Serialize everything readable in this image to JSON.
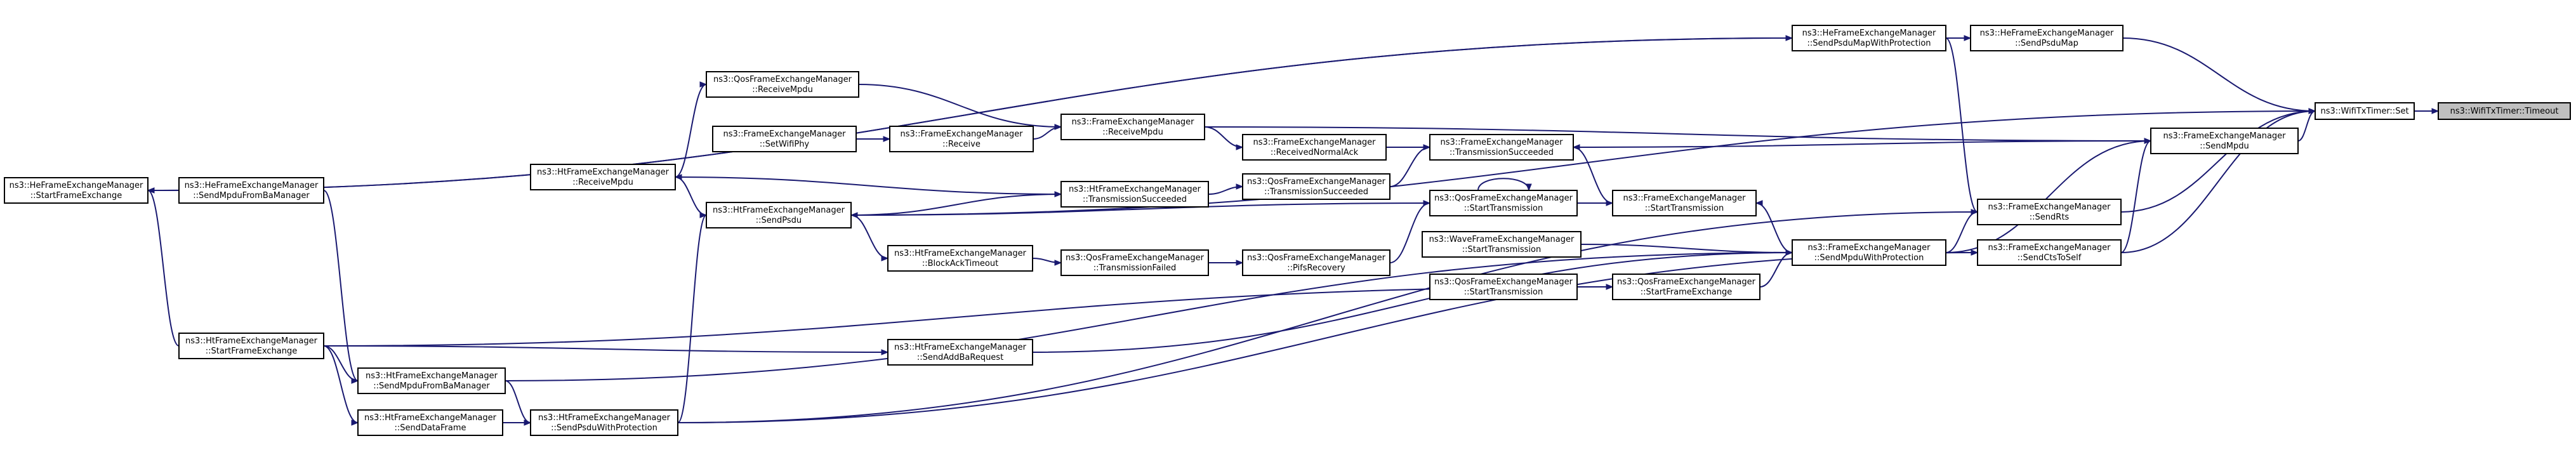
{
  "graph": {
    "edge_color": "#191970",
    "root_fill": "#bfbfbf",
    "nodes": [
      {
        "id": "wifiTxTimerTimeout",
        "lines": [
          "ns3::WifiTxTimer::Timeout"
        ]
      },
      {
        "id": "wifiTxTimerSet",
        "lines": [
          "ns3::WifiTxTimer::Set"
        ]
      },
      {
        "id": "heSendPsduMap",
        "lines": [
          "ns3::HeFrameExchangeManager",
          "::SendPsduMap"
        ]
      },
      {
        "id": "heSendPsduMapWithProtection",
        "lines": [
          "ns3::HeFrameExchangeManager",
          "::SendPsduMapWithProtection"
        ]
      },
      {
        "id": "heStartFrameExchange",
        "lines": [
          "ns3::HeFrameExchangeManager",
          "::StartFrameExchange"
        ]
      },
      {
        "id": "feSendMpdu",
        "lines": [
          "ns3::FrameExchangeManager",
          "::SendMpdu"
        ]
      },
      {
        "id": "feSendRts",
        "lines": [
          "ns3::FrameExchangeManager",
          "::SendRts"
        ]
      },
      {
        "id": "feSendCtsToSelf",
        "lines": [
          "ns3::FrameExchangeManager",
          "::SendCtsToSelf"
        ]
      },
      {
        "id": "feSendMpduWithProtection",
        "lines": [
          "ns3::FrameExchangeManager",
          "::SendMpduWithProtection"
        ]
      },
      {
        "id": "qosReceiveMpdu",
        "lines": [
          "ns3::QosFrameExchangeManager",
          "::ReceiveMpdu"
        ]
      },
      {
        "id": "feSetWifiPhy",
        "lines": [
          "ns3::FrameExchangeManager",
          "::SetWifiPhy"
        ]
      },
      {
        "id": "feReceive",
        "lines": [
          "ns3::FrameExchangeManager",
          "::Receive"
        ]
      },
      {
        "id": "feReceiveMpdu",
        "lines": [
          "ns3::FrameExchangeManager",
          "::ReceiveMpdu"
        ]
      },
      {
        "id": "feReceivedNormalAck",
        "lines": [
          "ns3::FrameExchangeManager",
          "::ReceivedNormalAck"
        ]
      },
      {
        "id": "feTransmissionSucceeded",
        "lines": [
          "ns3::FrameExchangeManager",
          "::TransmissionSucceeded"
        ]
      },
      {
        "id": "htReceiveMpdu",
        "lines": [
          "ns3::HtFrameExchangeManager",
          "::ReceiveMpdu"
        ]
      },
      {
        "id": "htSendPsdu",
        "lines": [
          "ns3::HtFrameExchangeManager",
          "::SendPsdu"
        ]
      },
      {
        "id": "htTransmissionSucceeded",
        "lines": [
          "ns3::HtFrameExchangeManager",
          "::TransmissionSucceeded"
        ]
      },
      {
        "id": "qosTransmissionSucceeded",
        "lines": [
          "ns3::QosFrameExchangeManager",
          "::TransmissionSucceeded"
        ]
      },
      {
        "id": "qosStartTransmission",
        "lines": [
          "ns3::QosFrameExchangeManager",
          "::StartTransmission"
        ]
      },
      {
        "id": "feStartTransmission",
        "lines": [
          "ns3::FrameExchangeManager",
          "::StartTransmission"
        ]
      },
      {
        "id": "waveStartTransmission",
        "lines": [
          "ns3::WaveFrameExchangeManager",
          "::StartTransmission"
        ]
      },
      {
        "id": "htBlockAckTimeout",
        "lines": [
          "ns3::HtFrameExchangeManager",
          "::BlockAckTimeout"
        ]
      },
      {
        "id": "qosTransmissionFailed",
        "lines": [
          "ns3::QosFrameExchangeManager",
          "::TransmissionFailed"
        ]
      },
      {
        "id": "qosPifsRecovery",
        "lines": [
          "ns3::QosFrameExchangeManager",
          "::PifsRecovery"
        ]
      },
      {
        "id": "qosStartTransmission2",
        "lines": [
          "ns3::QosFrameExchangeManager",
          "::StartTransmission"
        ]
      },
      {
        "id": "qosStartFrameExchange",
        "lines": [
          "ns3::QosFrameExchangeManager",
          "::StartFrameExchange"
        ]
      },
      {
        "id": "heSendMpduFromBaManager",
        "lines": [
          "ns3::HeFrameExchangeManager",
          "::SendMpduFromBaManager"
        ]
      },
      {
        "id": "htStartFrameExchange",
        "lines": [
          "ns3::HtFrameExchangeManager",
          "::StartFrameExchange"
        ]
      },
      {
        "id": "htSendAddBaRequest",
        "lines": [
          "ns3::HtFrameExchangeManager",
          "::SendAddBaRequest"
        ]
      },
      {
        "id": "htSendMpduFromBaManager",
        "lines": [
          "ns3::HtFrameExchangeManager",
          "::SendMpduFromBaManager"
        ]
      },
      {
        "id": "htSendDataFrame",
        "lines": [
          "ns3::HtFrameExchangeManager",
          "::SendDataFrame"
        ]
      },
      {
        "id": "htSendPsduWithProtection",
        "lines": [
          "ns3::HtFrameExchangeManager",
          "::SendPsduWithProtection"
        ]
      }
    ],
    "edges": [
      [
        "wifiTxTimerSet",
        "wifiTxTimerTimeout"
      ],
      [
        "heSendPsduMap",
        "wifiTxTimerSet"
      ],
      [
        "heSendPsduMapWithProtection",
        "heSendPsduMap"
      ],
      [
        "heStartFrameExchange",
        "heSendPsduMapWithProtection"
      ],
      [
        "feSendMpdu",
        "wifiTxTimerSet"
      ],
      [
        "feSendRts",
        "wifiTxTimerSet"
      ],
      [
        "feSendCtsToSelf",
        "wifiTxTimerSet"
      ],
      [
        "htSendPsdu",
        "wifiTxTimerSet"
      ],
      [
        "feSendMpduWithProtection",
        "feSendMpdu"
      ],
      [
        "feSendCtsToSelf",
        "feSendMpdu"
      ],
      [
        "feSendMpduWithProtection",
        "feSendRts"
      ],
      [
        "feSendMpduWithProtection",
        "feSendCtsToSelf"
      ],
      [
        "feReceiveMpdu",
        "feSendMpdu"
      ],
      [
        "feSendMpdu",
        "feTransmissionSucceeded"
      ],
      [
        "qosReceiveMpdu",
        "feReceiveMpdu"
      ],
      [
        "feReceive",
        "feReceiveMpdu"
      ],
      [
        "feSetWifiPhy",
        "feReceive"
      ],
      [
        "feReceiveMpdu",
        "feReceivedNormalAck"
      ],
      [
        "htReceiveMpdu",
        "qosReceiveMpdu"
      ],
      [
        "feReceivedNormalAck",
        "feTransmissionSucceeded"
      ],
      [
        "qosTransmissionSucceeded",
        "feTransmissionSucceeded"
      ],
      [
        "htTransmissionSucceeded",
        "qosTransmissionSucceeded"
      ],
      [
        "htReceiveMpdu",
        "htTransmissionSucceeded"
      ],
      [
        "htSendPsdu",
        "htTransmissionSucceeded"
      ],
      [
        "htSendPsdu",
        "htReceiveMpdu"
      ],
      [
        "qosStartTransmission",
        "htSendPsdu"
      ],
      [
        "qosStartTransmission",
        "qosStartTransmission"
      ],
      [
        "feStartTransmission",
        "feTransmissionSucceeded"
      ],
      [
        "feSendMpduWithProtection",
        "feStartTransmission"
      ],
      [
        "qosStartTransmission",
        "feStartTransmission"
      ],
      [
        "qosPifsRecovery",
        "qosStartTransmission"
      ],
      [
        "htSendPsdu",
        "htBlockAckTimeout"
      ],
      [
        "htBlockAckTimeout",
        "qosTransmissionFailed"
      ],
      [
        "qosTransmissionFailed",
        "qosPifsRecovery"
      ],
      [
        "waveStartTransmission",
        "feSendMpduWithProtection"
      ],
      [
        "qosStartFrameExchange",
        "feSendMpduWithProtection"
      ],
      [
        "qosStartTransmission2",
        "qosStartFrameExchange"
      ],
      [
        "htStartFrameExchange",
        "qosStartFrameExchange"
      ],
      [
        "htStartFrameExchange",
        "heStartFrameExchange"
      ],
      [
        "heSendMpduFromBaManager",
        "htSendMpduFromBaManager"
      ],
      [
        "htStartFrameExchange",
        "htSendMpduFromBaManager"
      ],
      [
        "htStartFrameExchange",
        "htSendDataFrame"
      ],
      [
        "htStartFrameExchange",
        "htSendAddBaRequest"
      ],
      [
        "htSendAddBaRequest",
        "feSendMpduWithProtection"
      ],
      [
        "htSendMpduFromBaManager",
        "feSendMpduWithProtection"
      ],
      [
        "htSendDataFrame",
        "htSendPsduWithProtection"
      ],
      [
        "htSendMpduFromBaManager",
        "htSendPsduWithProtection"
      ],
      [
        "htSendPsduWithProtection",
        "htSendPsdu"
      ],
      [
        "htSendPsduWithProtection",
        "feSendRts"
      ],
      [
        "htSendPsduWithProtection",
        "feSendCtsToSelf"
      ],
      [
        "heSendPsduMapWithProtection",
        "feSendRts"
      ],
      [
        "heSendPsduMapWithProtection",
        "heStartFrameExchange"
      ]
    ]
  }
}
